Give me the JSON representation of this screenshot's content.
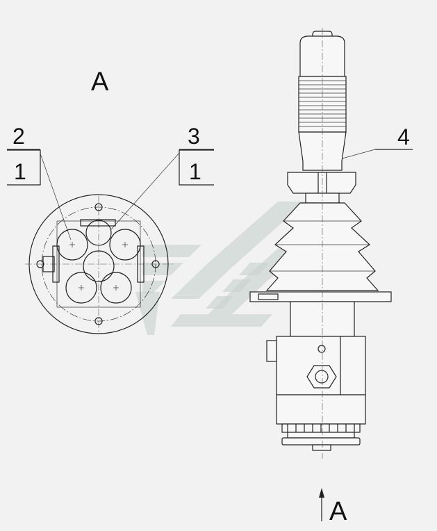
{
  "view_label_top": "A",
  "view_label_bottom": "A",
  "callouts": [
    {
      "number": "2",
      "quantity": "1"
    },
    {
      "number": "3",
      "quantity": "1"
    },
    {
      "number": "4"
    }
  ],
  "colors": {
    "background": "#f2f2f2",
    "lines": "#222222",
    "watermark": "#c9d3cf"
  }
}
